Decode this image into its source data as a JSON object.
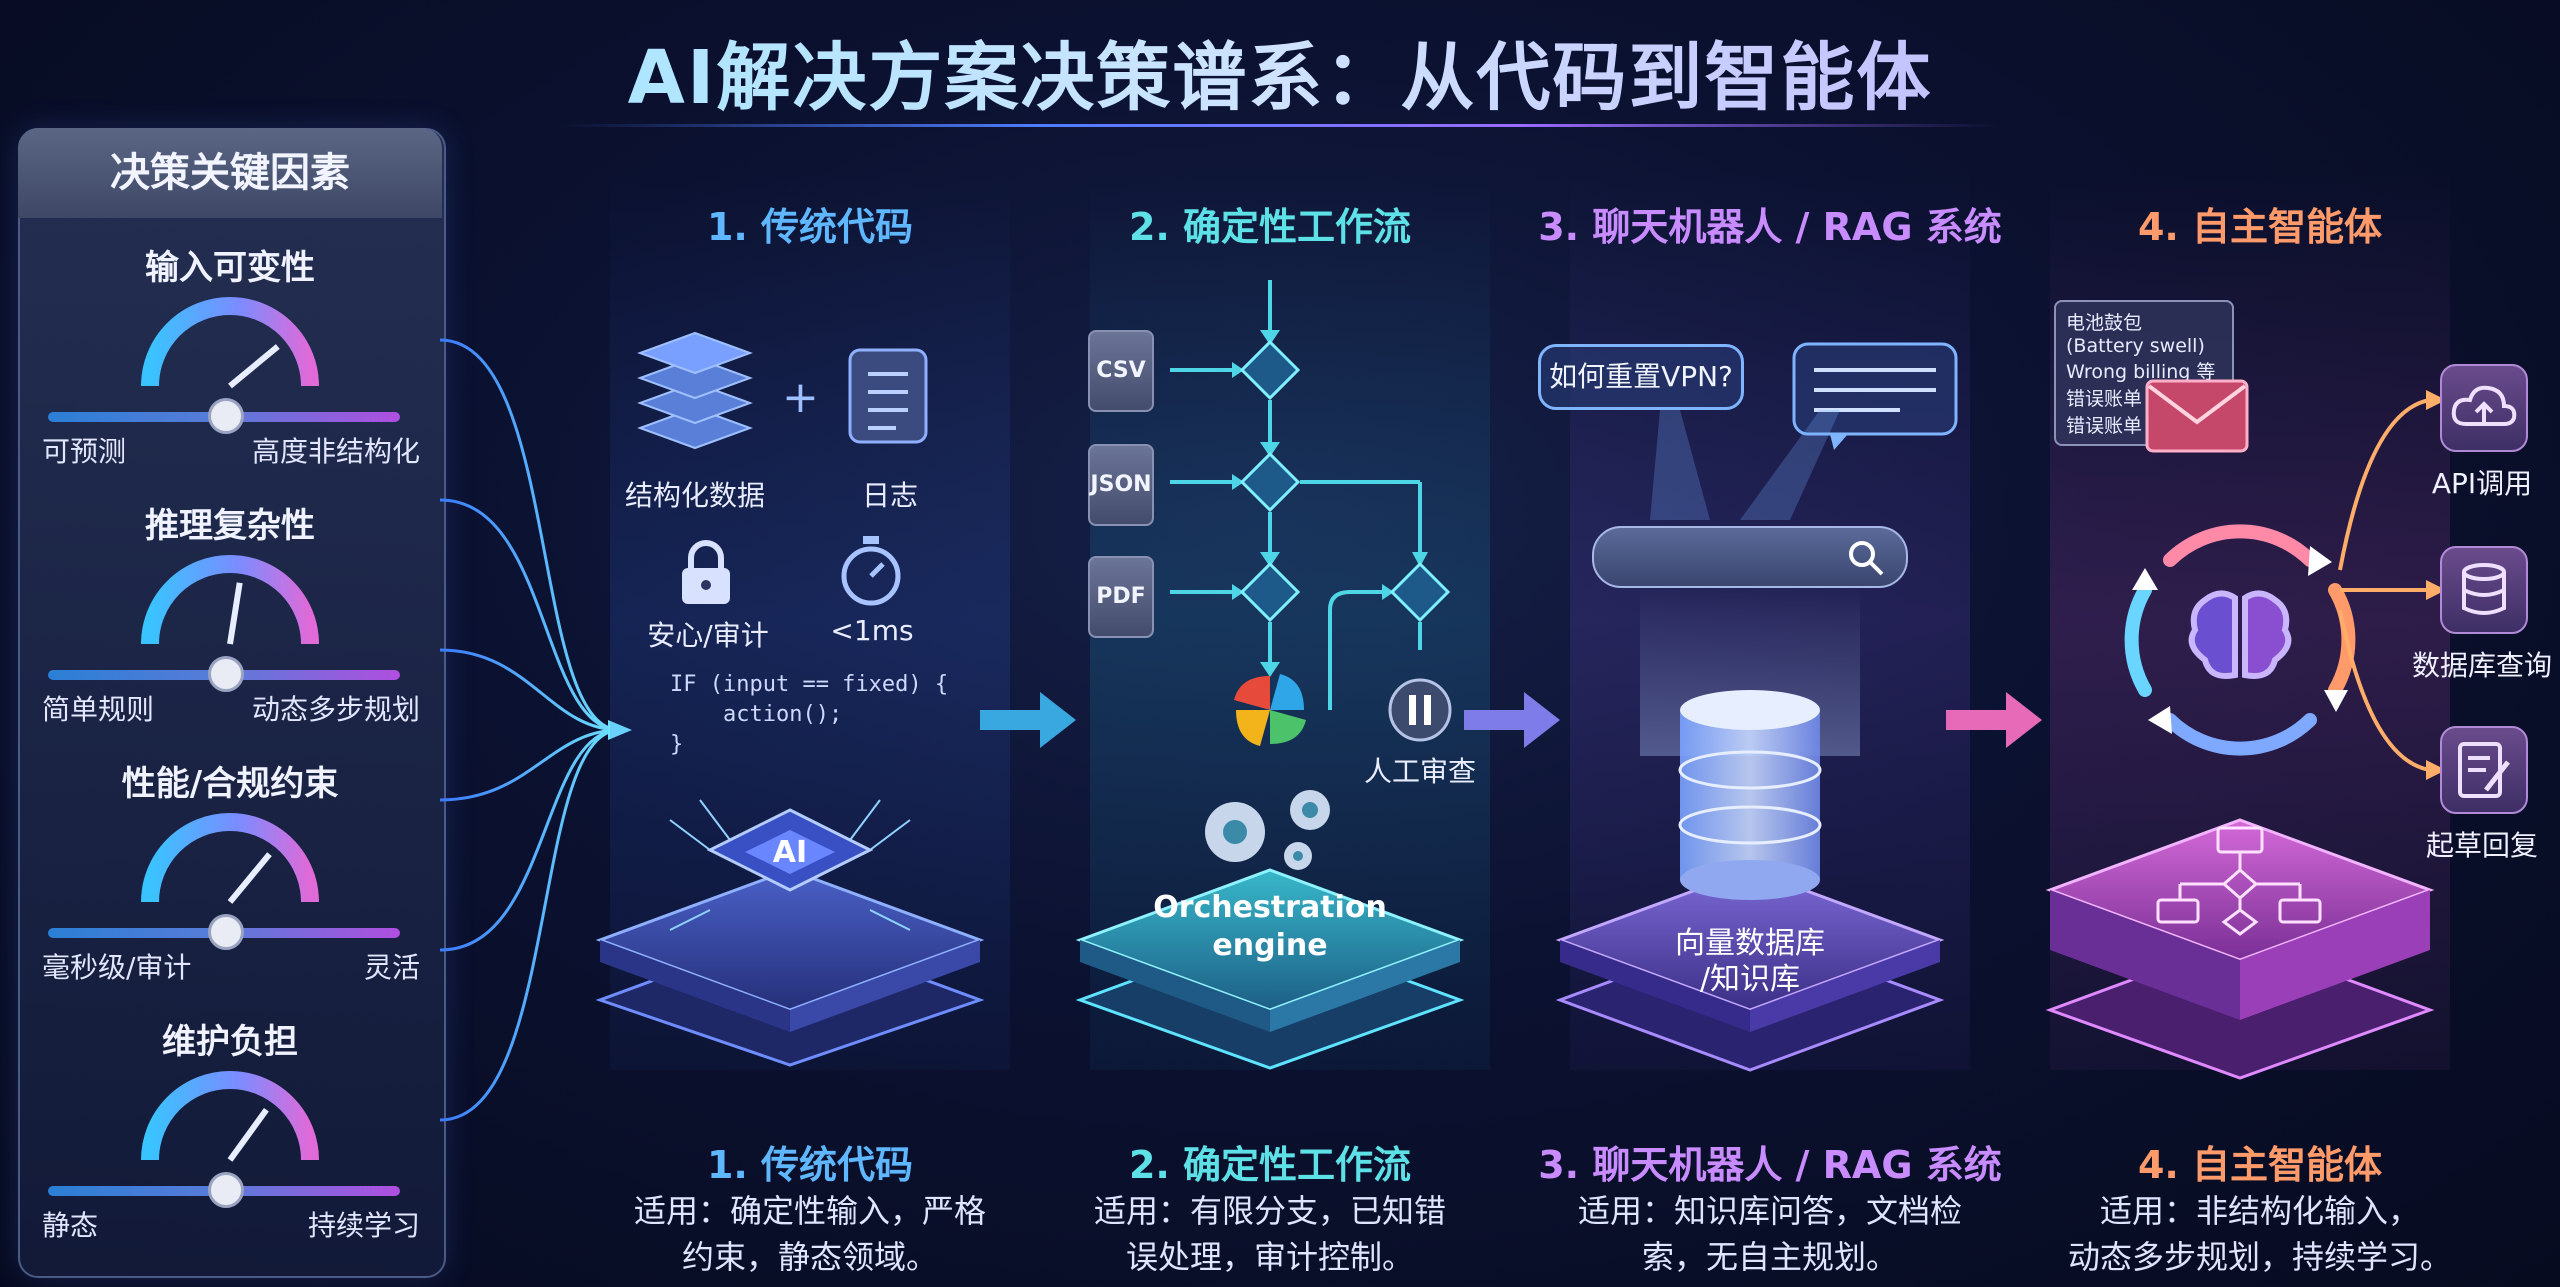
{
  "title": "AI解决方案决策谱系：从代码到智能体",
  "panel": {
    "header": "决策关键因素",
    "factors": [
      {
        "name": "输入可变性",
        "left": "可预测",
        "right": "高度非结构化",
        "level": 0.78
      },
      {
        "name": "推理复杂性",
        "left": "简单规则",
        "right": "动态多步规划",
        "level": 0.55
      },
      {
        "name": "性能/合规约束",
        "left": "毫秒级/审计",
        "right": "灵活",
        "level": 0.72
      },
      {
        "name": "维护负担",
        "left": "静态",
        "right": "持续学习",
        "level": 0.7
      }
    ]
  },
  "stage1": {
    "heading": "1. 传统代码",
    "data_label": "结构化数据",
    "log_label": "日志",
    "plus": "+",
    "lock_label": "安心/审计",
    "timer_label": "<1ms",
    "code_lines": [
      "IF (input == fixed) {",
      "    action();",
      "}"
    ],
    "chip_label": "AI",
    "footer_title": "1. 传统代码",
    "footer_desc_1": "适用：确定性输入，严格",
    "footer_desc_2": "约束，静态领域。"
  },
  "stage2": {
    "heading": "2. 确定性工作流",
    "inputs": [
      "CSV",
      "JSON",
      "PDF"
    ],
    "review_label": "人工审查",
    "engine_label_1": "Orchestration",
    "engine_label_2": "engine",
    "footer_title": "2. 确定性工作流",
    "footer_desc_1": "适用：有限分支，已知错",
    "footer_desc_2": "误处理，审计控制。"
  },
  "stage3": {
    "heading": "3. 聊天机器人 / RAG 系统",
    "question": "如何重置VPN?",
    "db_label_1": "向量数据库",
    "db_label_2": "/知识库",
    "footer_title": "3. 聊天机器人 / RAG 系统",
    "footer_desc_1": "适用：知识库问答，文档检",
    "footer_desc_2": "索，无自主规划。"
  },
  "stage4": {
    "heading": "4. 自主智能体",
    "note_lines": [
      "电池鼓包",
      "(Battery swell)",
      "Wrong billing 等",
      "错误账单",
      "错误账单"
    ],
    "tools": [
      "API调用",
      "数据库查询",
      "起草回复"
    ],
    "footer_title": "4. 自主智能体",
    "footer_desc_1": "适用：非结构化输入，",
    "footer_desc_2": "动态多步规划，持续学习。"
  },
  "colors": {
    "stage1": "#5fb7ff",
    "stage2": "#5de0e6",
    "stage3": "#c98cff",
    "stage4": "#ff9a6a"
  }
}
